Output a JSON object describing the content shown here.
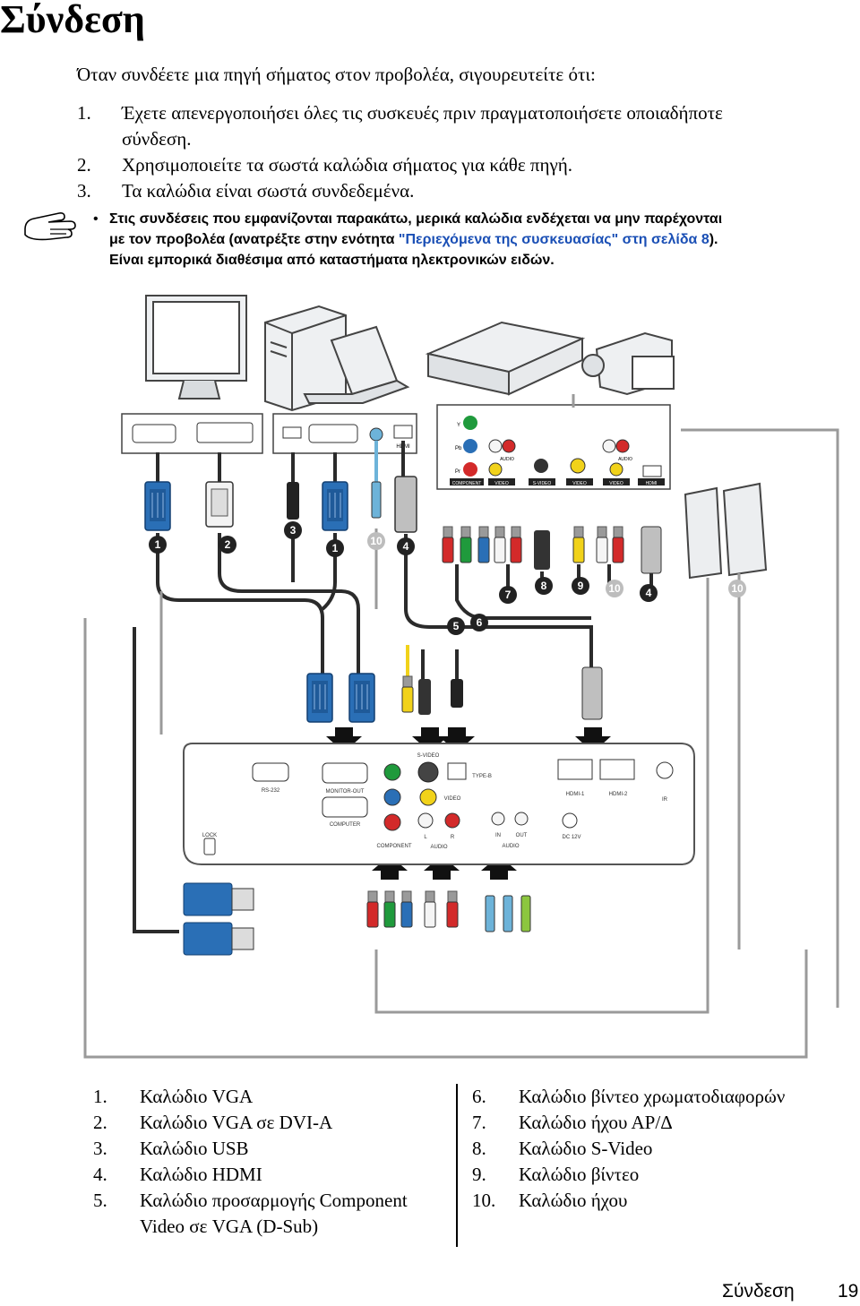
{
  "page": {
    "title": "Σύνδεση",
    "intro": "Όταν συνδέετε μια πηγή σήματος στον προβολέα, σιγουρευτείτε ότι:",
    "requirements": [
      {
        "num": "1.",
        "line1": "Έχετε απενεργοποιήσει όλες τις συσκευές πριν πραγματοποιήσετε οποιαδήποτε",
        "line2": "σύνδεση."
      },
      {
        "num": "2.",
        "line1": "Χρησιμοποιείτε τα σωστά καλώδια σήματος για κάθε πηγή."
      },
      {
        "num": "3.",
        "line1": "Τα καλώδια είναι σωστά συνδεδεμένα."
      }
    ],
    "note": {
      "bullet": "•",
      "line1": "Στις συνδέσεις που εμφανίζονται παρακάτω, μερικά καλώδια ενδέχεται να μην παρέχονται",
      "line2_pre": "με τον προβολέα (ανατρέξτε στην ενότητα ",
      "line2_link": "\"Περιεχόμενα της συσκευασίας\" στη σελίδα 8",
      "line2_post": ").",
      "line3": "Είναι εμπορικά διαθέσιμα από καταστήματα ηλεκτρονικών ειδών."
    }
  },
  "diagram": {
    "source_labels": [
      "HDMI",
      "COMPONENT",
      "VIDEO",
      "S-VIDEO",
      "VIDEO",
      "VIDEO",
      "HDMI",
      "AUDIO",
      "AUDIO",
      "Y",
      "Pb",
      "Pr"
    ],
    "projector_labels": {
      "rs232": "RS-232",
      "monitor_out": "MONITOR-OUT",
      "computer": "COMPUTER",
      "svideo": "S-VIDEO",
      "video": "VIDEO",
      "type_b": "TYPE-B",
      "hdmi1": "HDMI-1",
      "hdmi2": "HDMI-2",
      "ir": "IR",
      "lock": "LOCK",
      "component": "COMPONENT",
      "audio_l": "L",
      "audio_r": "R",
      "audio": "AUDIO",
      "audio_in": "IN",
      "audio_out": "OUT",
      "audio2": "AUDIO",
      "dc": "DC 12V"
    },
    "callouts": [
      "1",
      "2",
      "3",
      "1",
      "10",
      "4",
      "7",
      "8",
      "9",
      "10",
      "4",
      "10",
      "5",
      "6"
    ],
    "colors": {
      "vga_blue": "#2a6fb6",
      "green": "#1f9a3c",
      "red": "#d32a2a",
      "yellow": "#f1d21a",
      "cable": "#2b2b2b",
      "light_cable": "#9a9a9a"
    }
  },
  "legend": {
    "left": [
      {
        "n": "1.",
        "text": "Καλώδιο VGA"
      },
      {
        "n": "2.",
        "text": "Καλώδιο VGA σε DVI-A"
      },
      {
        "n": "3.",
        "text": "Καλώδιο USB"
      },
      {
        "n": "4.",
        "text": "Καλώδιο HDMI"
      },
      {
        "n": "5.",
        "text": "Καλώδιο προσαρμογής Component",
        "text2": "Video σε VGA (D-Sub)"
      }
    ],
    "right": [
      {
        "n": "6.",
        "text": "Καλώδιο βίντεο χρωματοδιαφορών"
      },
      {
        "n": "7.",
        "text": "Καλώδιο ήχου ΑΡ/Δ"
      },
      {
        "n": "8.",
        "text": "Καλώδιο S-Video"
      },
      {
        "n": "9.",
        "text": "Καλώδιο βίντεο"
      },
      {
        "n": "10.",
        "text": "Καλώδιο ήχου"
      }
    ]
  },
  "footer": {
    "section": "Σύνδεση",
    "page": "19"
  }
}
